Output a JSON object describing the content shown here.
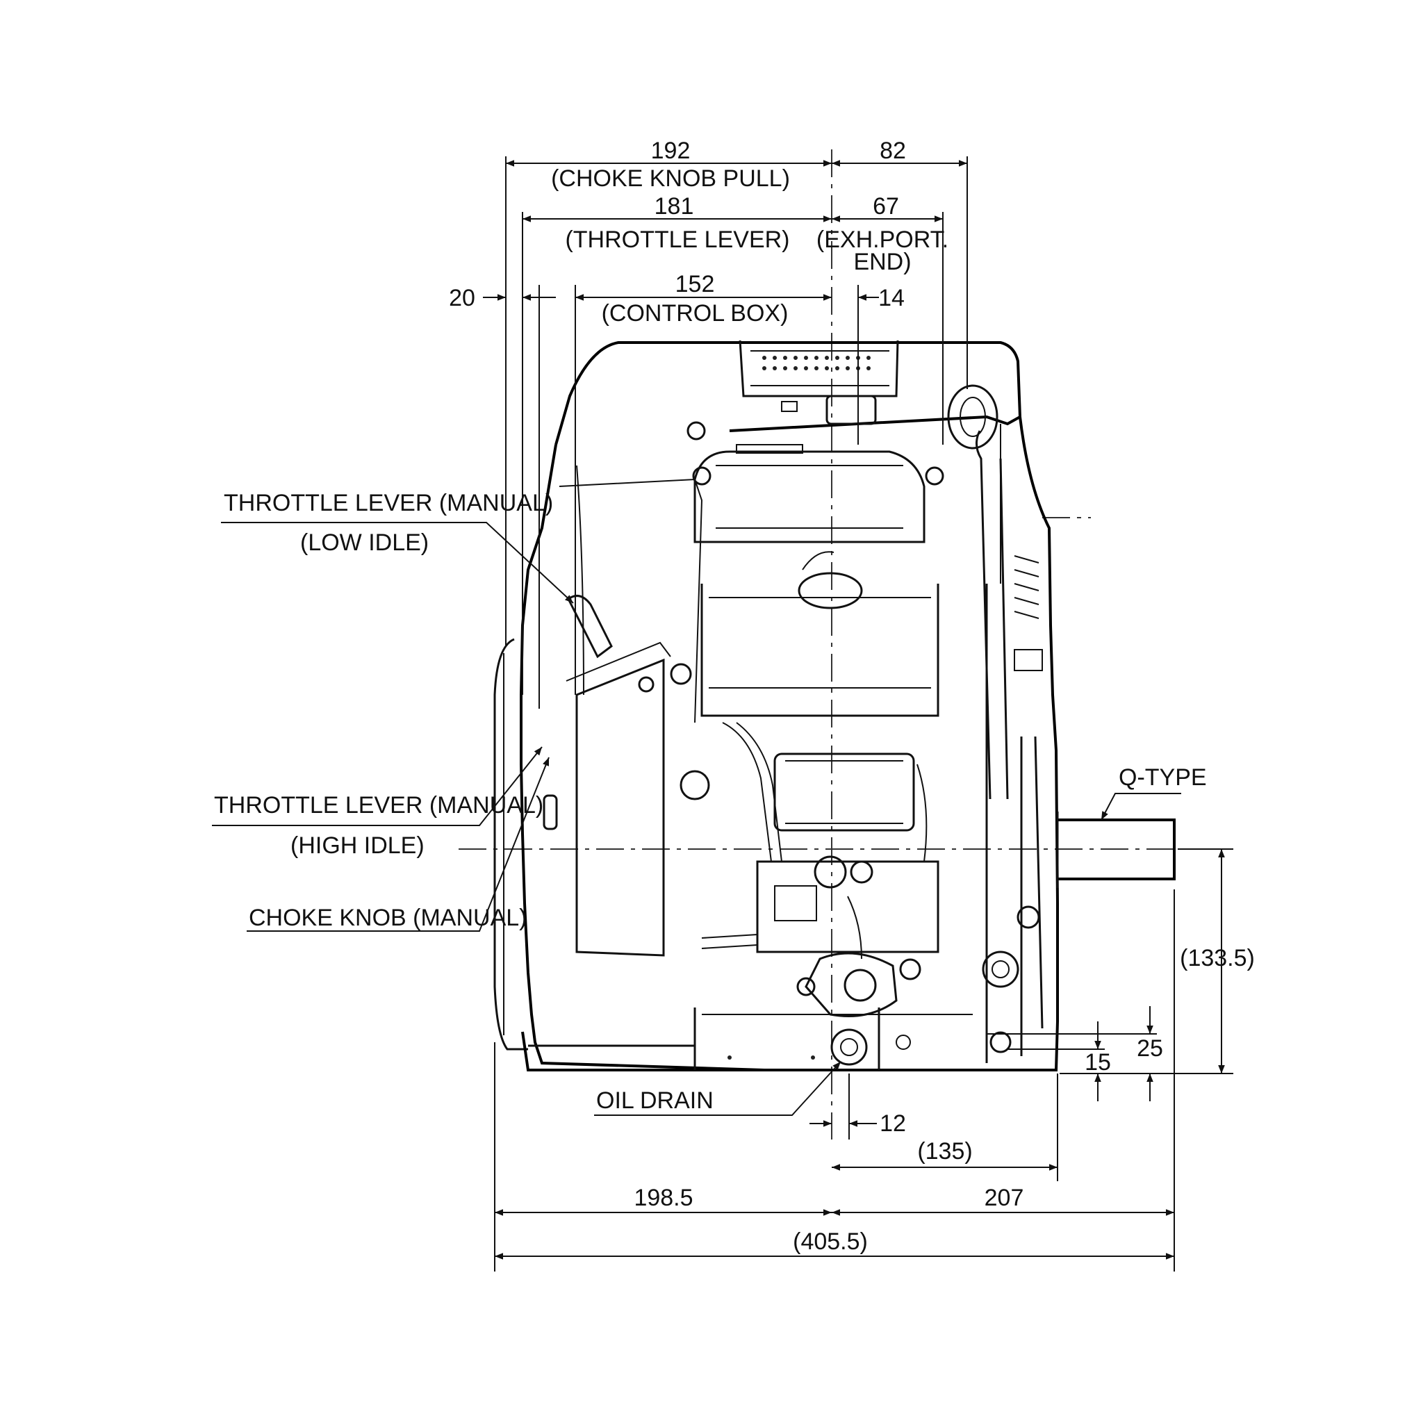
{
  "dimensions": {
    "choke_knob_pull_value": "192",
    "choke_knob_pull_label": "(CHOKE KNOB PULL)",
    "top_right_82": "82",
    "throttle_lever_value": "181",
    "throttle_lever_label": "(THROTTLE LEVER)",
    "exh_port_value": "67",
    "exh_port_label_1": "(EXH.PORT.",
    "exh_port_label_2": "END)",
    "offset_20": "20",
    "control_box_value": "152",
    "control_box_label": "(CONTROL BOX)",
    "offset_14": "14",
    "shaft_height": "(133.5)",
    "base_15": "15",
    "base_25": "25",
    "drain_offset_12": "12",
    "mount_135": "(135)",
    "left_198_5": "198.5",
    "right_207": "207",
    "overall_405_5": "(405.5)"
  },
  "labels": {
    "throttle_low_1": "THROTTLE LEVER (MANUAL)",
    "throttle_low_2": "(LOW IDLE)",
    "throttle_high_1": "THROTTLE LEVER (MANUAL)",
    "throttle_high_2": "(HIGH IDLE)",
    "choke_knob": "CHOKE KNOB (MANUAL)",
    "oil_drain": "OIL DRAIN",
    "q_type": "Q-TYPE"
  }
}
